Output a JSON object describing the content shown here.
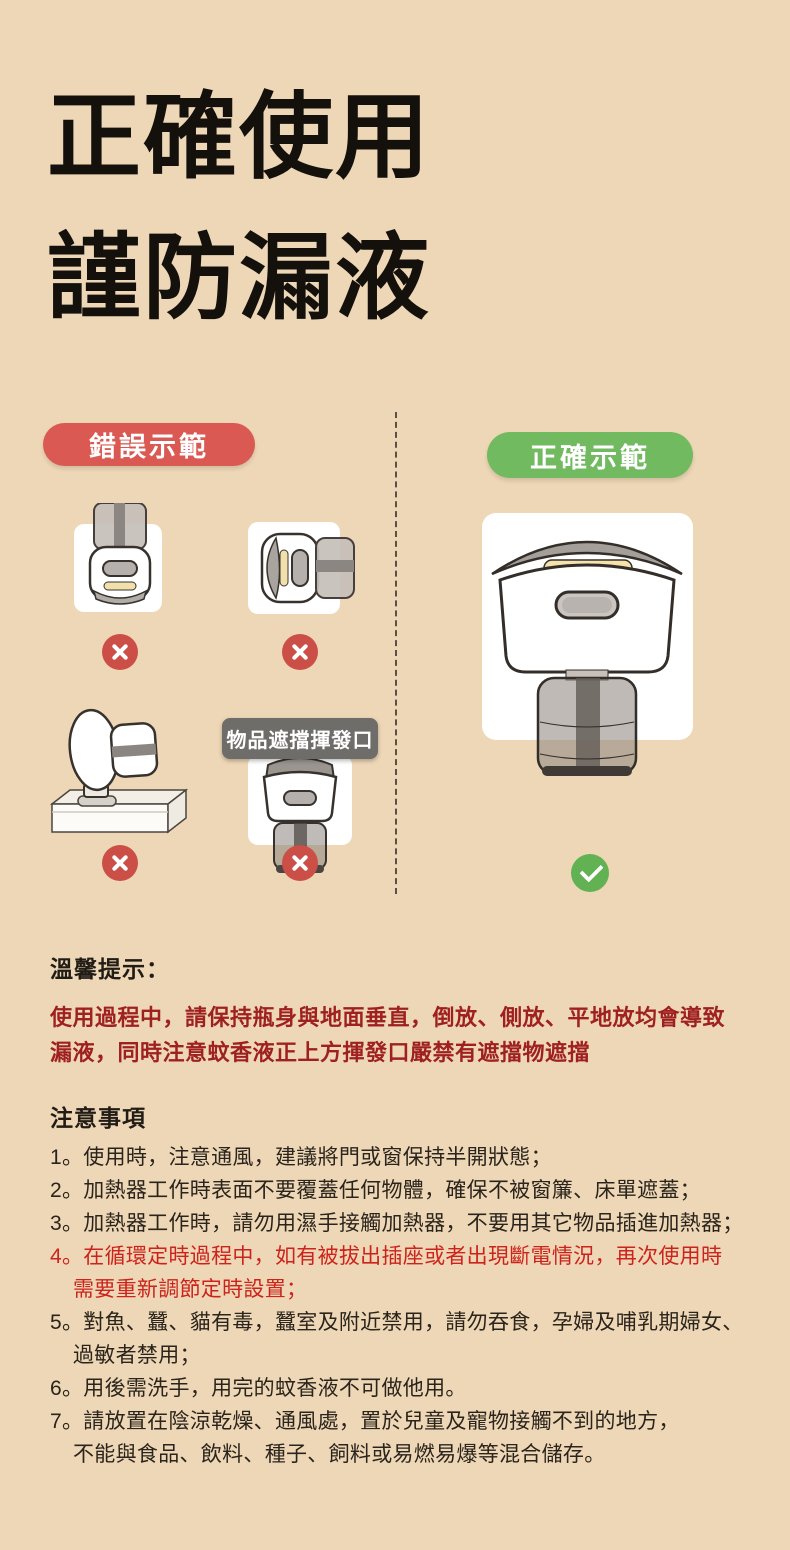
{
  "title": {
    "line1": "正確使用",
    "line2": "謹防漏液"
  },
  "demo": {
    "wrong_badge_label": "錯誤示範",
    "correct_badge_label": "正確示範",
    "block_overlay_label": "物品遮擋揮發口"
  },
  "tips": {
    "heading": "溫馨提示：",
    "body": "使用過程中，請保持瓶身與地面垂直，倒放、側放、平地放均會導致\n漏液，同時注意蚊香液正上方揮發口嚴禁有遮擋物遮擋"
  },
  "notes": {
    "heading": "注意事項",
    "items": [
      {
        "marker": "1。",
        "text": "使用時，注意通風，建議將門或窗保持半開狀態；"
      },
      {
        "marker": "2。",
        "text": "加熱器工作時表面不要覆蓋任何物體，確保不被窗簾、床單遮蓋；"
      },
      {
        "marker": "3。",
        "text": "加熱器工作時，請勿用濕手接觸加熱器，不要用其它物品插進加熱器；"
      },
      {
        "marker": "4。",
        "text": "在循環定時過程中，如有被拔出插座或者出現斷電情況，再次使用時\n需要重新調節定時設置；"
      },
      {
        "marker": "5。",
        "text": "對魚、蠶、貓有毒，蠶室及附近禁用，請勿吞食，孕婦及哺乳期婦女、\n過敏者禁用；"
      },
      {
        "marker": "6。",
        "text": "用後需洗手，用完的蚊香液不可做他用。"
      },
      {
        "marker": "7。",
        "text": "請放置在陰涼乾燥、通風處，置於兒童及寵物接觸不到的地方，\n不能與食品、飲料、種子、飼料或易燃易爆等混合儲存。"
      }
    ]
  },
  "colors": {
    "background": "#eed7b6",
    "wrong_badge": "#da5a53",
    "correct_badge": "#71ba60",
    "x_mark": "#cb4f46",
    "check_mark": "#62b254",
    "tips_red": "#9e2020",
    "note_red": "#cc231c",
    "block_label_bg": "#6e6d6a"
  }
}
